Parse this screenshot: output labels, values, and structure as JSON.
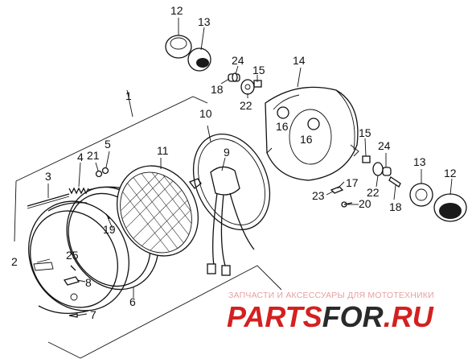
{
  "diagram": {
    "labels": {
      "l1": "1",
      "l2": "2",
      "l3": "3",
      "l4": "4",
      "l5": "5",
      "l6": "6",
      "l7": "7",
      "l8": "8",
      "l9": "9",
      "l10": "10",
      "l11": "11",
      "l12a": "12",
      "l12b": "12",
      "l13a": "13",
      "l13b": "13",
      "l14": "14",
      "l15a": "15",
      "l15b": "15",
      "l16a": "16",
      "l16b": "16",
      "l17": "17",
      "l18a": "18",
      "l18b": "18",
      "l19": "19",
      "l20": "20",
      "l21": "21",
      "l22a": "22",
      "l22b": "22",
      "l23": "23",
      "l24a": "24",
      "l24b": "24",
      "l25": "25"
    }
  },
  "watermark": {
    "tagline": "ЗАПЧАСТИ И АКСЕССУАРЫ ДЛЯ МОТОТЕХНИКИ",
    "brand_a": "PARTS",
    "brand_b": "FOR",
    "brand_c": ".RU",
    "colors": {
      "light": "#e8a0a0",
      "red": "#d42020",
      "dark": "#2a2a2a"
    }
  }
}
